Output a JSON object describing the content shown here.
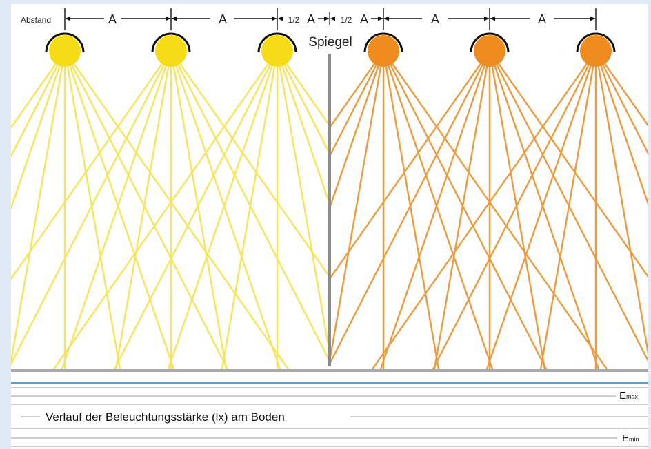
{
  "labels": {
    "abstand": "Abstand",
    "a": "A",
    "half": "1/2",
    "spiegel": "Spiegel",
    "verlauf": "Verlauf der Beleuchtungsstärke (lx) am Boden",
    "emax_main": "E",
    "emax_sub": "max",
    "emin_main": "E",
    "emin_sub": "min"
  },
  "colors": {
    "real_lamp": "#f6dc16",
    "real_ray": "#f7e45a",
    "mirror_lamp": "#ee8d1d",
    "mirror_ray": "#ec9a3d",
    "mirror_line": "#8c8c8c",
    "floor": "#a8a8a8",
    "profile_max": "#5b9ec6",
    "profile_lines": "#9a9a9a",
    "background": "#dfeaf7"
  },
  "lamps": [
    {
      "kind": "real"
    },
    {
      "kind": "real"
    },
    {
      "kind": "real"
    },
    {
      "kind": "mirror"
    },
    {
      "kind": "mirror"
    },
    {
      "kind": "mirror"
    }
  ]
}
